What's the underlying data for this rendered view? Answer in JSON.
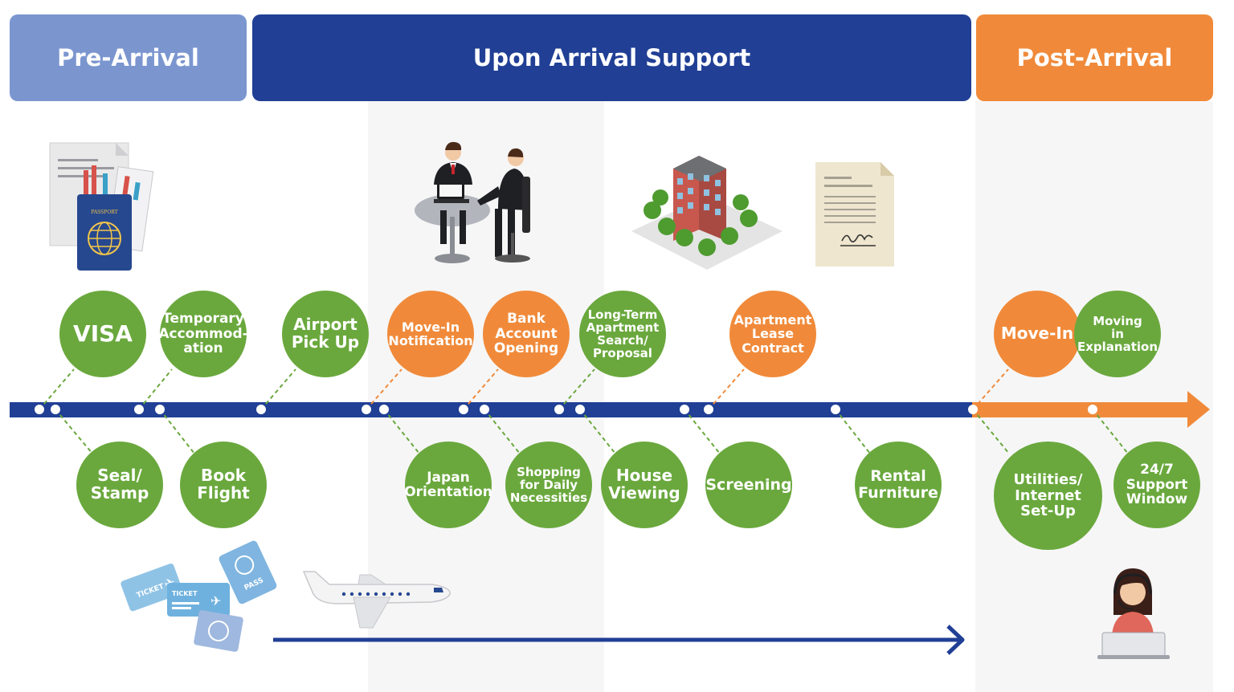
{
  "colors": {
    "pre_arrival": "#7b96cf",
    "upon_arrival": "#203f95",
    "post_arrival": "#f08a3a",
    "green": "#6aa83d",
    "orange": "#f08a3a",
    "timeline": "#203f95"
  },
  "phases": {
    "pre": "Pre-Arrival",
    "upon": "Upon Arrival Support",
    "post": "Post-Arrival"
  },
  "steps": {
    "visa": "VISA",
    "seal": "Seal/\nStamp",
    "temp_accom": "Temporary\nAccommod-\nation",
    "book_flight": "Book\nFlight",
    "airport_pickup": "Airport\nPick Up",
    "move_in_notification": "Move-In\nNotification",
    "japan_orientation": "Japan\nOrientation",
    "bank_account": "Bank\nAccount\nOpening",
    "shopping": "Shopping\nfor Daily\nNecessities",
    "long_term_search": "Long-Term\nApartment\nSearch/\nProposal",
    "house_viewing": "House\nViewing",
    "screening": "Screening",
    "apartment_lease": "Apartment\nLease\nContract",
    "rental_furniture": "Rental\nFurniture",
    "move_in": "Move-In",
    "moving_explanation": "Moving\nin\nExplanation",
    "utilities": "Utilities/\nInternet\nSet-Up",
    "support_window": "24/7\nSupport\nWindow"
  },
  "illustrations": {
    "passport_label": "PASSPORT",
    "ticket_label": "TICKET",
    "pass_label": "PASS"
  },
  "icons": [
    "passport-docs-icon",
    "business-meeting-icon",
    "apartment-building-icon",
    "contract-document-icon",
    "tickets-icon",
    "airplane-icon",
    "support-operator-icon"
  ]
}
